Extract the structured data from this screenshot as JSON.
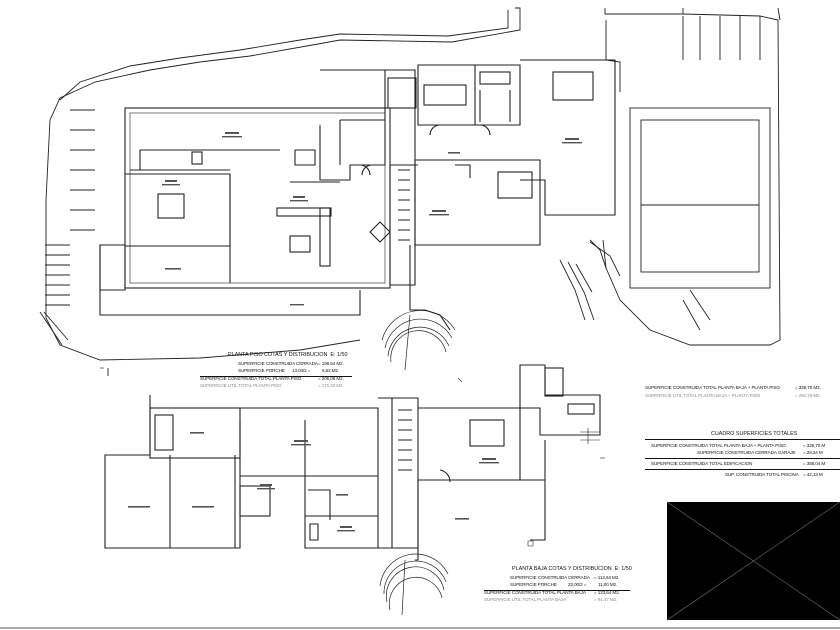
{
  "upper_floor": {
    "title": "PLANTA PISO COTAS Y DISTRIBUCION",
    "scale": "E: 1/50",
    "rows": [
      {
        "label": "SUPERFICIE CONSTRUIDA CERRADA",
        "value": "= 199,54 M2."
      },
      {
        "label": "SUPERFICIE PORCHE",
        "formula": "13,04/2 =",
        "value": "6,52 M2."
      },
      {
        "label": "SUPERFICIE CONSTRUIDA TOTAL PLANTA PISO",
        "value": "= 206,06 M2."
      },
      {
        "label": "SUPERFICIE UTIL TOTAL PLANTA PISO",
        "value": "= 171,32 M2."
      }
    ]
  },
  "ground_floor": {
    "title": "PLANTA BAJA COTAS Y DISTRIBUCION",
    "scale": "E: 1/50",
    "rows": [
      {
        "label": "SUPERFICIE CONSTRUIDA CERRADA",
        "value": "= 112,64 M2."
      },
      {
        "label": "SUPERFICIE PORCHE",
        "formula": "22,00/2 =",
        "value": "11,00 M2."
      },
      {
        "label": "SUPERFICIE CONSTRUIDA TOTAL PLANTA BAJA",
        "value": "= 123,64 M2."
      },
      {
        "label": "SUPERFICIE UTIL TOTAL PLANTA BAJA",
        "value": "= 91,47 M2."
      }
    ]
  },
  "totals_top": {
    "rows": [
      {
        "label": "SUPERFICIE CONSTRUIDA TOTAL PLANTA BAJA + PLANTA PISO",
        "value": "= 329,70 M2."
      },
      {
        "label": "SUPERFICIE UTIL TOTAL PLANTA BAJA + PLANTA PISO",
        "value": "= 262,79 M2."
      }
    ]
  },
  "cuadro": {
    "title": "CUADRO SUPERFICIES TOTALES",
    "rows": [
      {
        "label": "SUPERFICIE CONSTRUIDA TOTAL PLANTA BAJA + PLANTA PISO",
        "value": "= 329,70 M"
      },
      {
        "label": "SUPERFICIE CONSTRUIDA CERRADA GARAJE",
        "value": "= 28,34 M"
      },
      {
        "label": "SUPERFICIE CONSTRUIDA TOTAL EDIFICACION",
        "value": "= 358,04 M"
      },
      {
        "label": "SUP. CONSTRUIDA TOTAL PISCINA",
        "value": "= 42,13 M"
      }
    ]
  },
  "colors": {
    "ink": "#111111",
    "grey_text": "#8a8a8a",
    "title_block": "#000000",
    "background": "#ffffff"
  }
}
